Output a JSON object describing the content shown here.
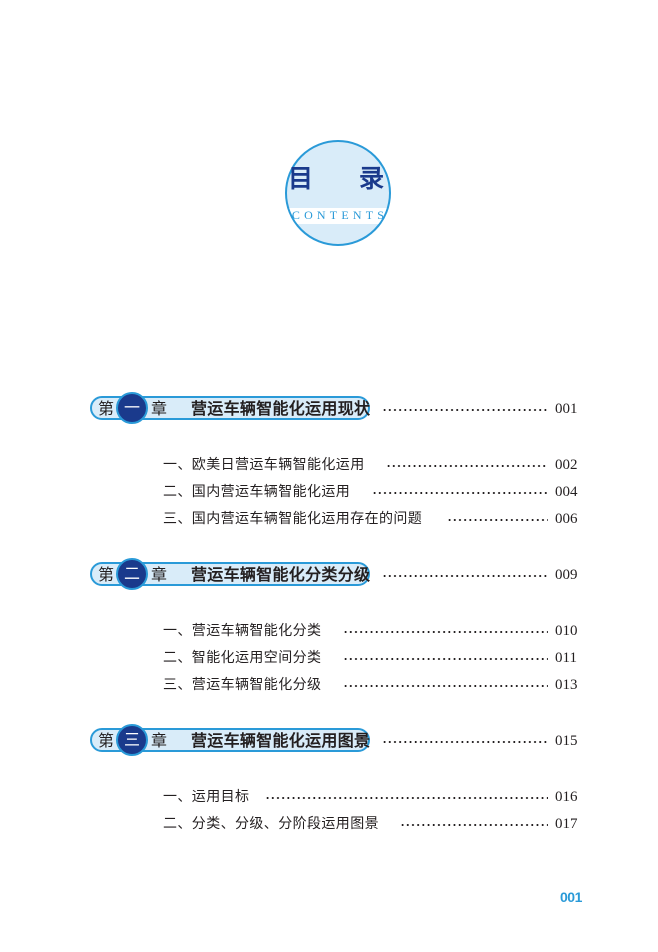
{
  "header": {
    "title_left": "目",
    "title_right": "录",
    "subtitle": "CONTENTS"
  },
  "colors": {
    "accent_blue": "#2a9ad8",
    "dark_navy": "#1a3a8c",
    "light_blue": "#d9ecf9",
    "text": "#231f20"
  },
  "chapters": [
    {
      "prefix": "第",
      "number": "一",
      "suffix": "章",
      "title": "营运车辆智能化运用现状",
      "page": "001",
      "sections": [
        {
          "title": "一、欧美日营运车辆智能化运用",
          "page": "002"
        },
        {
          "title": "二、国内营运车辆智能化运用",
          "page": "004"
        },
        {
          "title": "三、国内营运车辆智能化运用存在的问题",
          "page": "006"
        }
      ]
    },
    {
      "prefix": "第",
      "number": "二",
      "suffix": "章",
      "title": "营运车辆智能化分类分级",
      "page": "009",
      "sections": [
        {
          "title": "一、营运车辆智能化分类",
          "page": "010"
        },
        {
          "title": "二、智能化运用空间分类",
          "page": "011"
        },
        {
          "title": "三、营运车辆智能化分级",
          "page": "013"
        }
      ]
    },
    {
      "prefix": "第",
      "number": "三",
      "suffix": "章",
      "title": "营运车辆智能化运用图景",
      "page": "015",
      "sections": [
        {
          "title": "一、运用目标",
          "page": "016"
        },
        {
          "title": "二、分类、分级、分阶段运用图景",
          "page": "017"
        }
      ]
    }
  ],
  "footer": {
    "page_number": "001"
  }
}
